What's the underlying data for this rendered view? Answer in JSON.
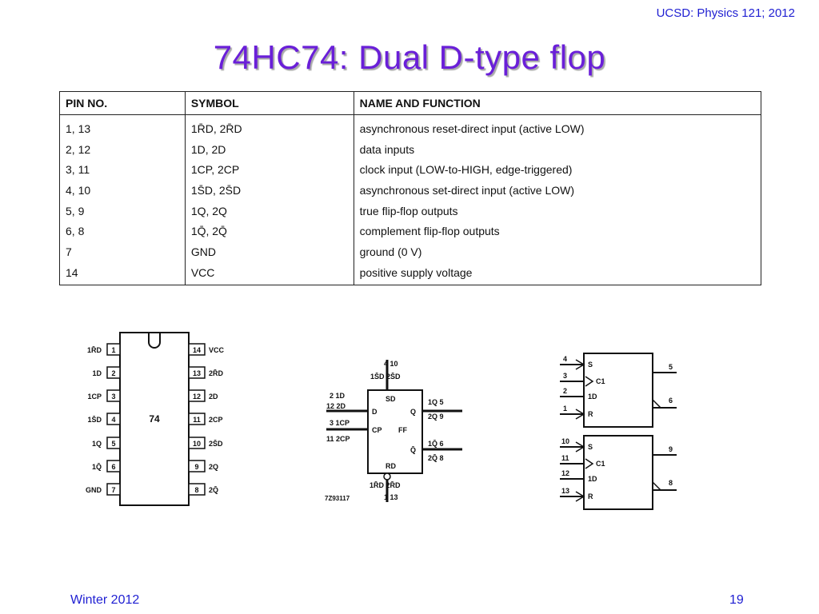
{
  "header": {
    "note": "UCSD: Physics 121; 2012"
  },
  "slide": {
    "title": "74HC74: Dual D-type flop"
  },
  "pin_table": {
    "headers": [
      "PIN NO.",
      "SYMBOL",
      "NAME AND FUNCTION"
    ],
    "rows": [
      {
        "pin": "1, 13",
        "symbol": "1R̄D, 2R̄D",
        "function": "asynchronous reset-direct input (active LOW)"
      },
      {
        "pin": "2, 12",
        "symbol": "1D, 2D",
        "function": "data inputs"
      },
      {
        "pin": "3, 11",
        "symbol": "1CP, 2CP",
        "function": "clock input (LOW-to-HIGH, edge-triggered)"
      },
      {
        "pin": "4, 10",
        "symbol": "1S̄D, 2S̄D",
        "function": "asynchronous set-direct input (active LOW)"
      },
      {
        "pin": "5, 9",
        "symbol": "1Q, 2Q",
        "function": "true flip-flop outputs"
      },
      {
        "pin": "6, 8",
        "symbol": "1Q̄, 2Q̄",
        "function": "complement flip-flop outputs"
      },
      {
        "pin": "7",
        "symbol": "GND",
        "function": "ground (0 V)"
      },
      {
        "pin": "14",
        "symbol": "VCC",
        "function": "positive supply voltage"
      }
    ]
  },
  "pinout": {
    "chip_label": "74",
    "left_pins": [
      {
        "num": "1",
        "label": "1R̄D"
      },
      {
        "num": "2",
        "label": "1D"
      },
      {
        "num": "3",
        "label": "1CP"
      },
      {
        "num": "4",
        "label": "1S̄D"
      },
      {
        "num": "5",
        "label": "1Q"
      },
      {
        "num": "6",
        "label": "1Q̄"
      },
      {
        "num": "7",
        "label": "GND"
      }
    ],
    "right_pins": [
      {
        "num": "14",
        "label": "VCC"
      },
      {
        "num": "13",
        "label": "2R̄D"
      },
      {
        "num": "12",
        "label": "2D"
      },
      {
        "num": "11",
        "label": "2CP"
      },
      {
        "num": "10",
        "label": "2S̄D"
      },
      {
        "num": "9",
        "label": "2Q"
      },
      {
        "num": "8",
        "label": "2Q̄"
      }
    ]
  },
  "logic_symbol": {
    "top_pins": "4 10",
    "top_labels": "1S̄D 2S̄D",
    "inside_top": "SD",
    "inside_d": "D",
    "inside_q": "Q",
    "inside_cp": "CP",
    "inside_ff": "FF",
    "inside_qbar": "Q̄",
    "inside_bottom": "RD",
    "in_d_a": "2 1D",
    "in_d_b": "12 2D",
    "in_cp_a": "3 1CP",
    "in_cp_b": "11 2CP",
    "out_q_a": "1Q 5",
    "out_q_b": "2Q 9",
    "out_qbar_a": "1Q̄ 6",
    "out_qbar_b": "2Q̄ 8",
    "bottom_labels": "1R̄D 2R̄D",
    "bottom_pins": "1 13",
    "code": "7Z93117"
  },
  "iec_symbol": {
    "block1": {
      "in_s": "4",
      "in_c": "3",
      "in_d": "2",
      "in_r": "1",
      "out_q": "5",
      "out_qbar": "6"
    },
    "block2": {
      "in_s": "10",
      "in_c": "11",
      "in_d": "12",
      "in_r": "13",
      "out_q": "9",
      "out_qbar": "8"
    },
    "label_s": "S",
    "label_c": "C1",
    "label_d": "1D",
    "label_r": "R"
  },
  "footer": {
    "left": "Winter 2012",
    "page": "19"
  }
}
